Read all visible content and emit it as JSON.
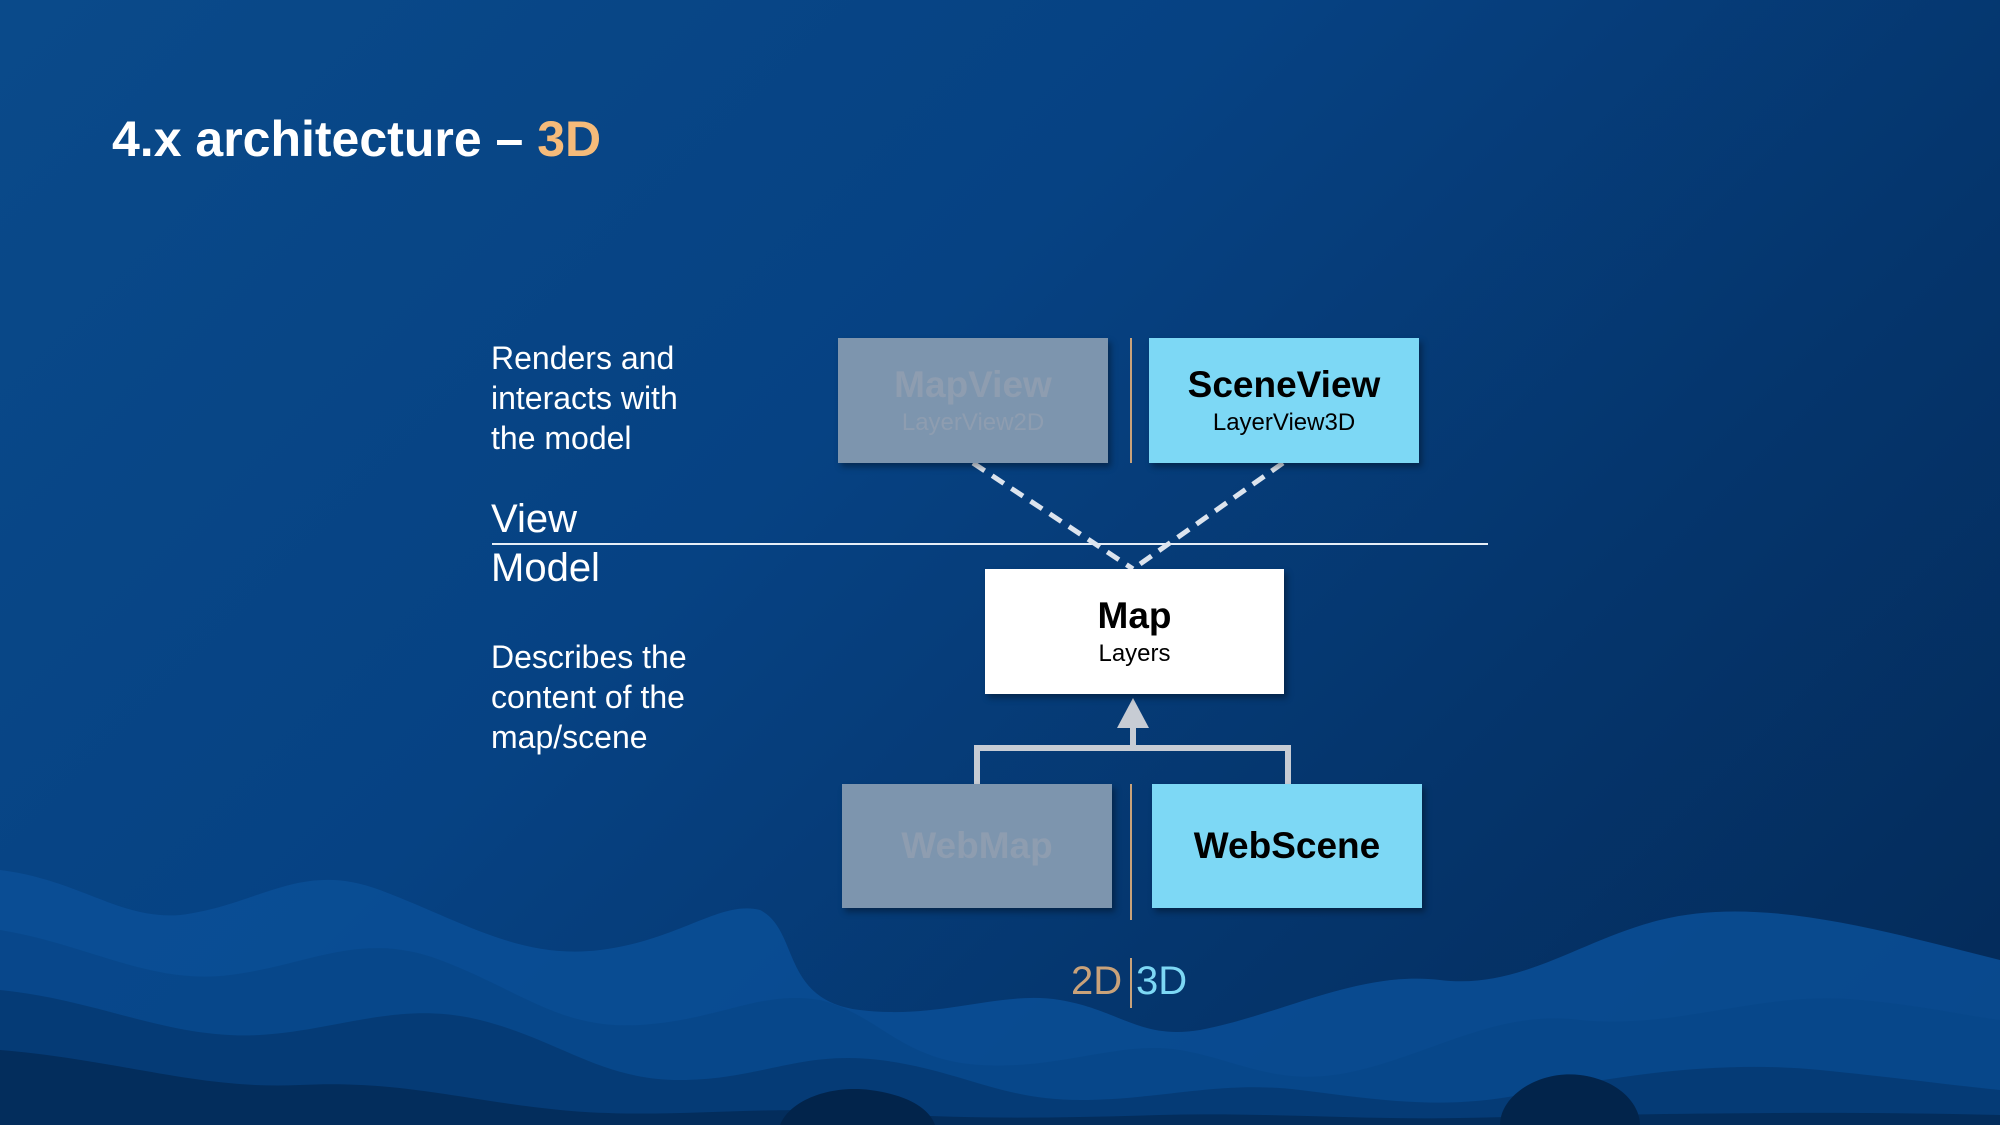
{
  "slide": {
    "title_prefix": "4.x architecture – ",
    "title_accent": "3D",
    "accent_color": "#f5bb7a"
  },
  "labels": {
    "view_description": "Renders and interacts with the model",
    "view_line1": "Renders and",
    "view_line2": "interacts with",
    "view_line3": "the model",
    "view": "View",
    "model": "Model",
    "model_line1": "Describes the",
    "model_line2": "content of the",
    "model_line3": "map/scene"
  },
  "boxes": {
    "mapview": {
      "main": "MapView",
      "sub": "LayerView2D"
    },
    "sceneview": {
      "main": "SceneView",
      "sub": "LayerView3D"
    },
    "map": {
      "main": "Map",
      "sub": "Layers"
    },
    "webmap": {
      "main": "WebMap"
    },
    "webscene": {
      "main": "WebScene"
    }
  },
  "legend": {
    "left": "2D",
    "right": "3D",
    "left_color": "#c9a27a",
    "right_color": "#7dd8f5"
  },
  "colors": {
    "cyan_box": "#7dd8f5",
    "dim_box": "#7d95ae",
    "background": "#064283"
  }
}
